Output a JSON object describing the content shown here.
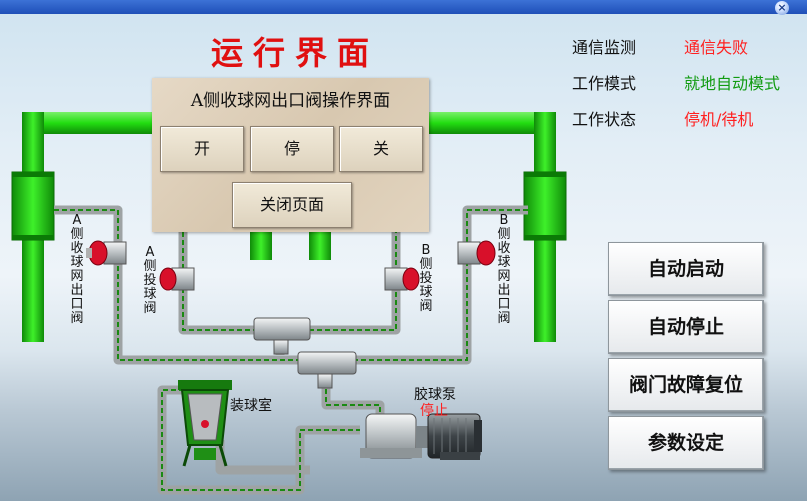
{
  "window": {
    "close_glyph": "×"
  },
  "title": "运行界面",
  "status": [
    {
      "label": "通信监测",
      "value": "通信失败",
      "color": "#ff2020"
    },
    {
      "label": "工作模式",
      "value": "就地自动模式",
      "color": "#119b11"
    },
    {
      "label": "工作状态",
      "value": "停机/待机",
      "color": "#ff2020"
    }
  ],
  "popup": {
    "title": "A侧收球网出口阀操作界面",
    "open_label": "开",
    "stop_label": "停",
    "close_label": "关",
    "close_page_label": "关闭页面"
  },
  "actions": {
    "auto_start": "自动启动",
    "auto_stop": "自动停止",
    "valve_reset": "阀门故障复位",
    "params": "参数设定"
  },
  "valves": {
    "a_outlet": "A侧收球网出口阀",
    "a_inject": "A侧投球阀",
    "b_inject": "B侧投球阀",
    "b_outlet": "B侧收球网出口阀"
  },
  "equipment": {
    "ball_room": "装球室",
    "pump_name": "胶球泵",
    "pump_status": "停止",
    "pump_status_color": "#ff2020"
  },
  "colors": {
    "green_pipe": "#22dd11",
    "grey_pipe": "#b4b8b8",
    "valve_red": "#d8102a"
  }
}
